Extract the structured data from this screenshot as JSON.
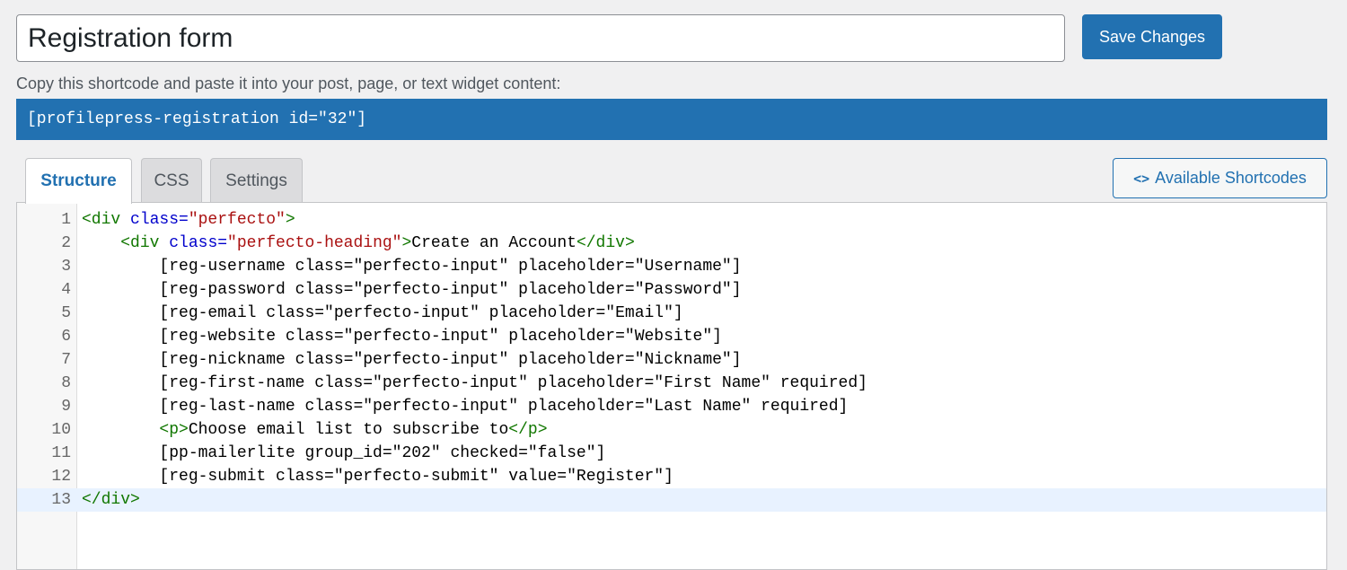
{
  "form": {
    "title_value": "Registration form",
    "save_label": "Save Changes"
  },
  "shortcode": {
    "label": "Copy this shortcode and paste it into your post, page, or text widget content:",
    "value": "[profilepress-registration id=\"32\"]"
  },
  "tabs": [
    {
      "label": "Structure",
      "active": true
    },
    {
      "label": "CSS",
      "active": false
    },
    {
      "label": "Settings",
      "active": false
    }
  ],
  "available_shortcodes": {
    "label": "Available Shortcodes",
    "icon": "code-brackets-icon"
  },
  "editor": {
    "current_line": 13,
    "lines": [
      {
        "n": "1",
        "tokens": [
          [
            "tag",
            "<div "
          ],
          [
            "attr",
            "class="
          ],
          [
            "str",
            "\"perfecto\""
          ],
          [
            "tag",
            ">"
          ]
        ]
      },
      {
        "n": "2",
        "tokens": [
          [
            "txt",
            "    "
          ],
          [
            "tag",
            "<div "
          ],
          [
            "attr",
            "class="
          ],
          [
            "str",
            "\"perfecto-heading\""
          ],
          [
            "tag",
            ">"
          ],
          [
            "txt",
            "Create an Account"
          ],
          [
            "tag",
            "</div>"
          ]
        ]
      },
      {
        "n": "3",
        "tokens": [
          [
            "txt",
            "        [reg-username class=\"perfecto-input\" placeholder=\"Username\"]"
          ]
        ]
      },
      {
        "n": "4",
        "tokens": [
          [
            "txt",
            "        [reg-password class=\"perfecto-input\" placeholder=\"Password\"]"
          ]
        ]
      },
      {
        "n": "5",
        "tokens": [
          [
            "txt",
            "        [reg-email class=\"perfecto-input\" placeholder=\"Email\"]"
          ]
        ]
      },
      {
        "n": "6",
        "tokens": [
          [
            "txt",
            "        [reg-website class=\"perfecto-input\" placeholder=\"Website\"]"
          ]
        ]
      },
      {
        "n": "7",
        "tokens": [
          [
            "txt",
            "        [reg-nickname class=\"perfecto-input\" placeholder=\"Nickname\"]"
          ]
        ]
      },
      {
        "n": "8",
        "tokens": [
          [
            "txt",
            "        [reg-first-name class=\"perfecto-input\" placeholder=\"First Name\" required]"
          ]
        ]
      },
      {
        "n": "9",
        "tokens": [
          [
            "txt",
            "        [reg-last-name class=\"perfecto-input\" placeholder=\"Last Name\" required]"
          ]
        ]
      },
      {
        "n": "10",
        "tokens": [
          [
            "txt",
            "        "
          ],
          [
            "tag",
            "<p>"
          ],
          [
            "txt",
            "Choose email list to subscribe to"
          ],
          [
            "tag",
            "</p>"
          ]
        ]
      },
      {
        "n": "11",
        "tokens": [
          [
            "txt",
            "        [pp-mailerlite group_id=\"202\" checked=\"false\"]"
          ]
        ]
      },
      {
        "n": "12",
        "tokens": [
          [
            "txt",
            "        [reg-submit class=\"perfecto-submit\" value=\"Register\"]"
          ]
        ]
      },
      {
        "n": "13",
        "tokens": [
          [
            "tag",
            "</div>"
          ]
        ]
      }
    ]
  },
  "colors": {
    "primary": "#2271b1",
    "background": "#f0f0f1",
    "code_tag": "#117700",
    "code_attr": "#0000cc",
    "code_string": "#aa1111",
    "active_line": "#e8f2ff"
  }
}
